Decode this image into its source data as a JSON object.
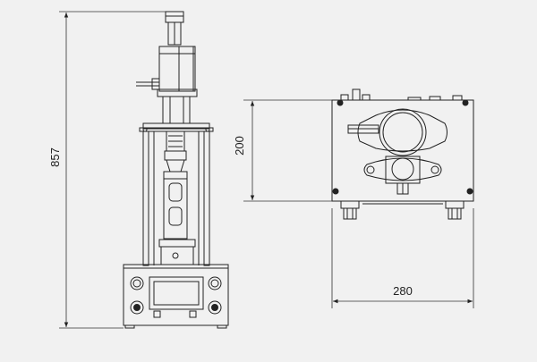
{
  "drawing": {
    "front_view": {
      "height_dimension": "857"
    },
    "top_view": {
      "depth_dimension": "200",
      "width_dimension": "280"
    }
  },
  "colors": {
    "background": "#f1f1f1",
    "line": "#222222",
    "dim_line": "#333333"
  }
}
